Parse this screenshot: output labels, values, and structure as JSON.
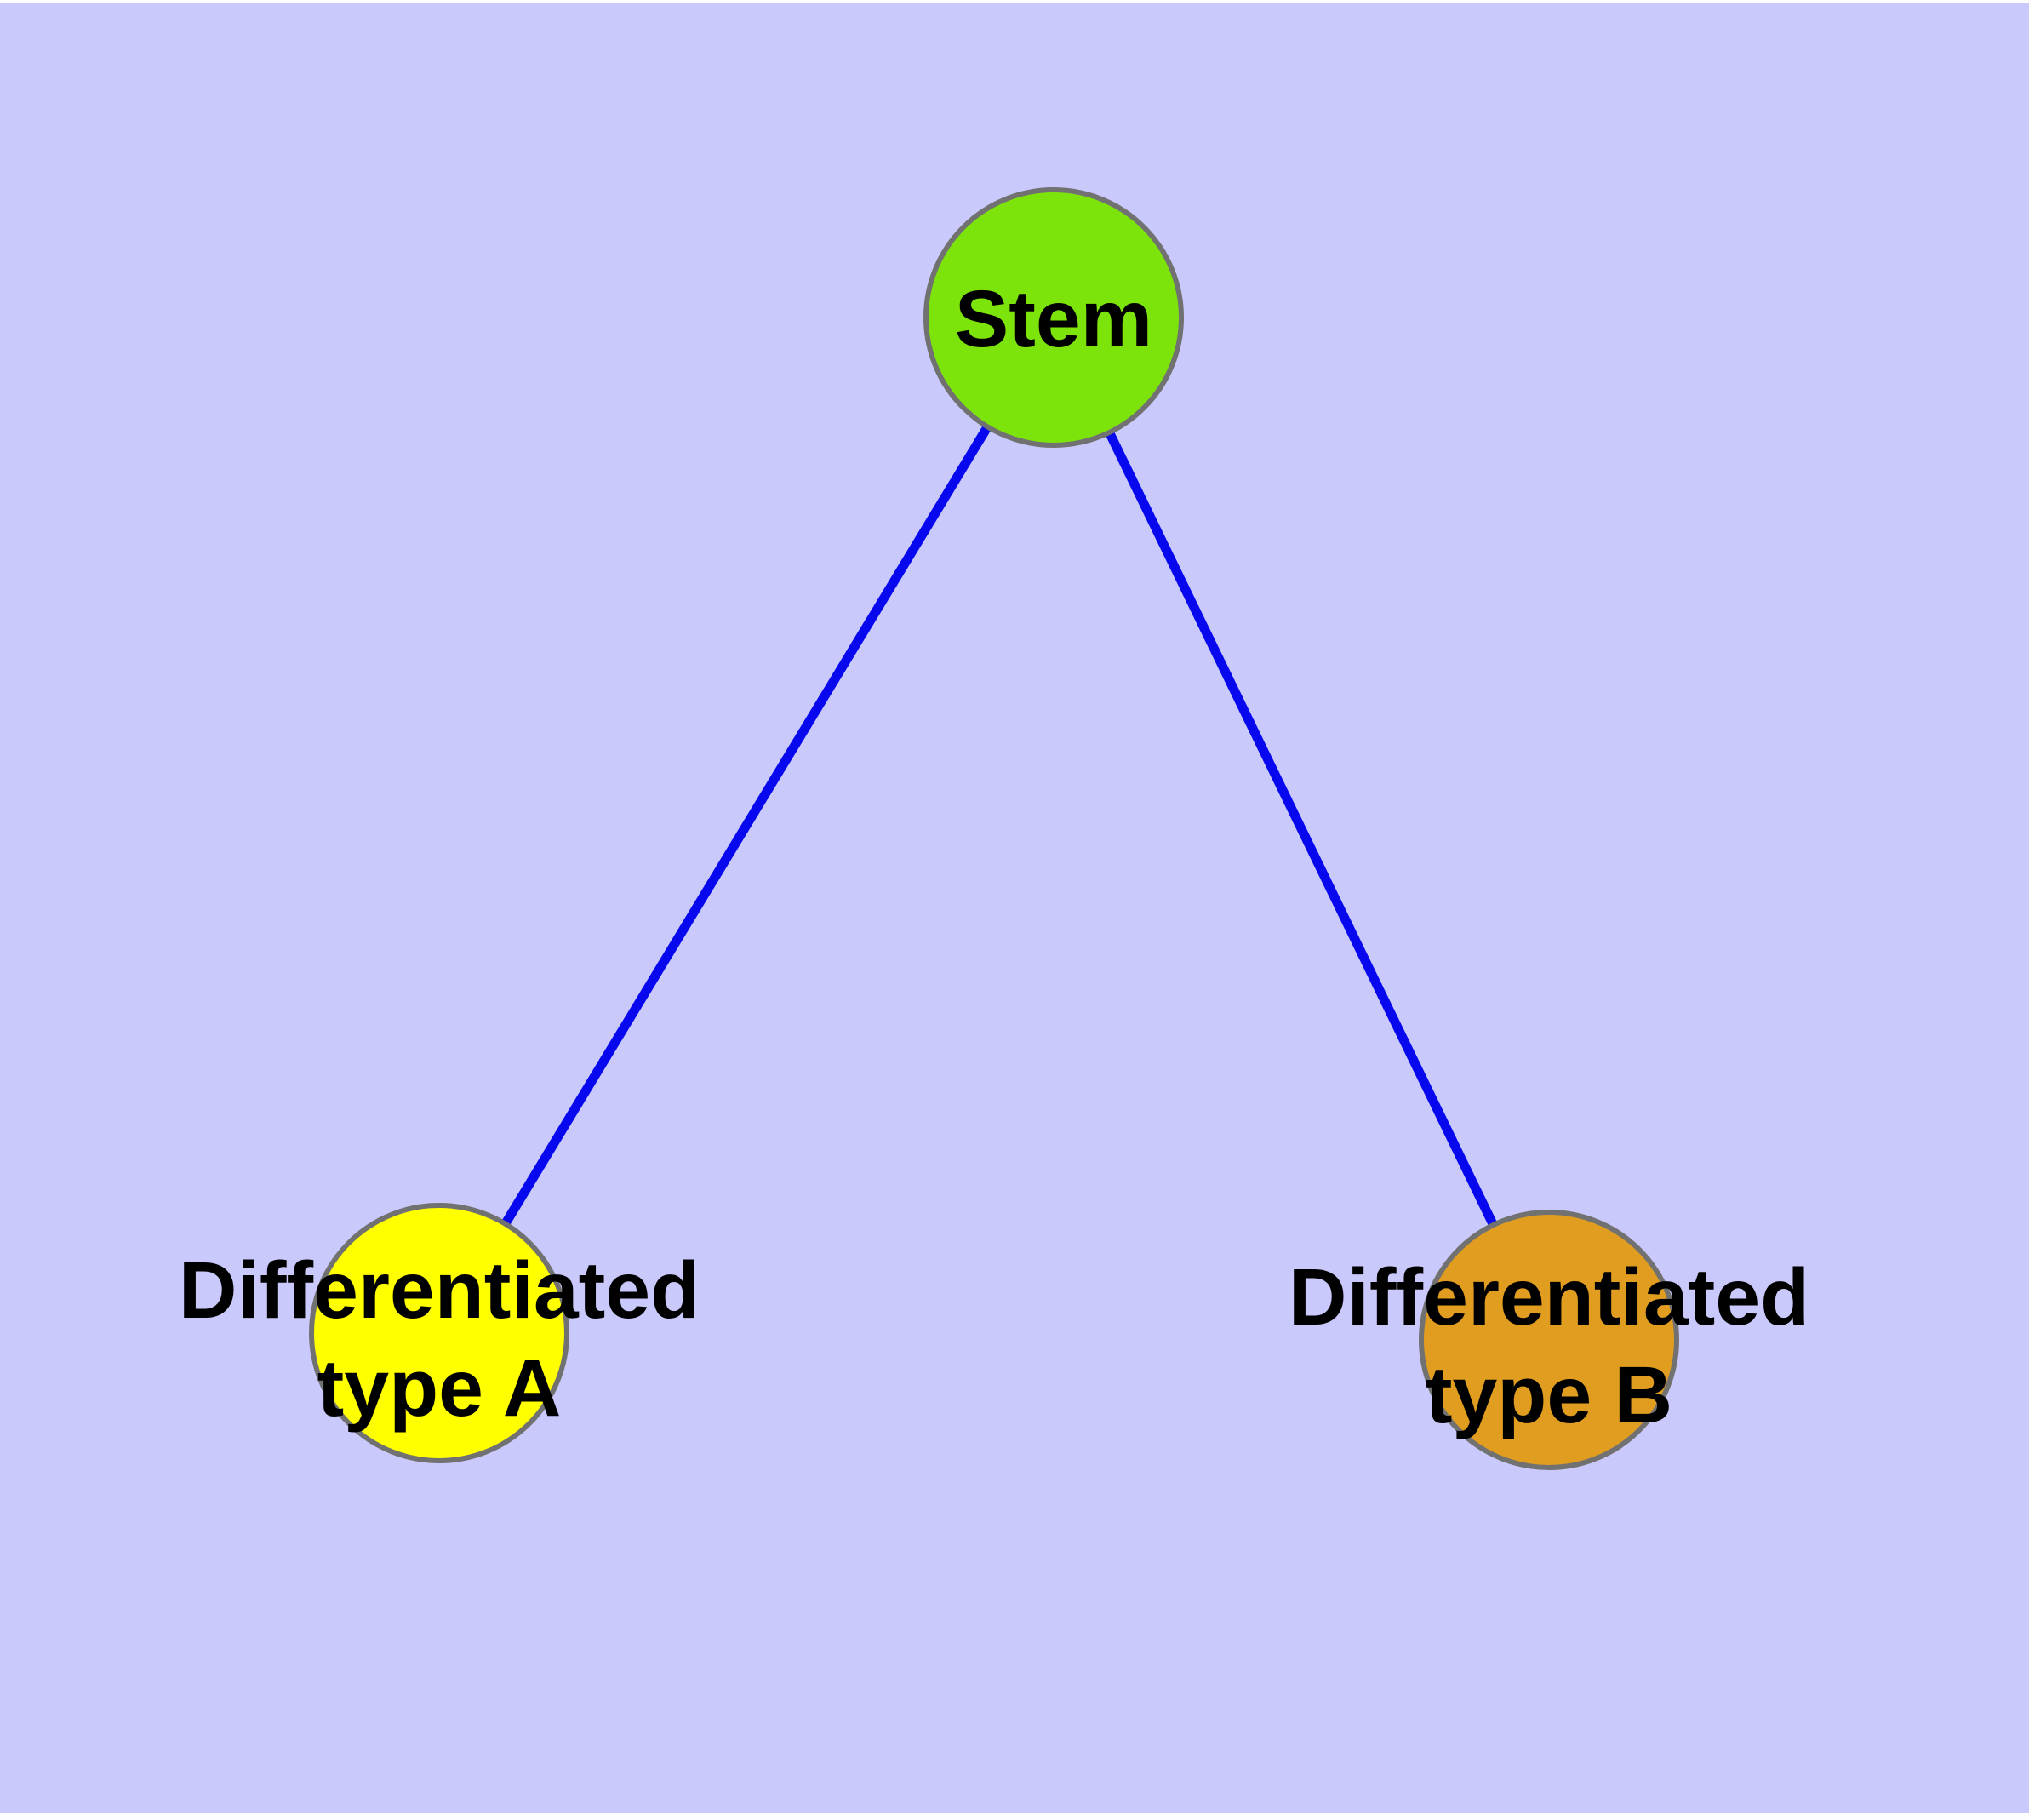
{
  "figure": {
    "background_color": "#c9c9fb",
    "edge_color": "#0808ee",
    "node_border_color": "#717171",
    "nodes": [
      {
        "id": "stem",
        "label_lines": [
          "Stem"
        ],
        "fill_color": "#7ce40a"
      },
      {
        "id": "differentiated-type-a",
        "label_lines": [
          "Differentiated",
          "type A"
        ],
        "fill_color": "#ffff00"
      },
      {
        "id": "differentiated-type-b",
        "label_lines": [
          "Differentiated",
          "type B"
        ],
        "fill_color": "#e09d20"
      }
    ],
    "edges": [
      {
        "from": "Stem",
        "to": "Differentiated type A"
      },
      {
        "from": "Stem",
        "to": "Differentiated type B"
      }
    ]
  }
}
